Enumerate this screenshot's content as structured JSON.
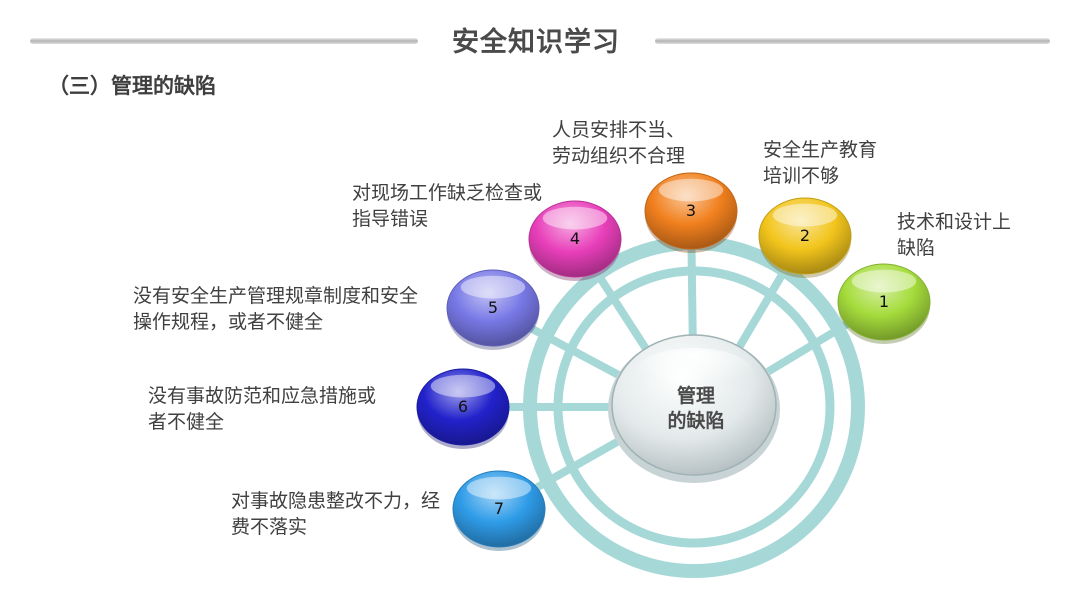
{
  "header": {
    "title": "安全知识学习"
  },
  "section": {
    "title": "（三）管理的缺陷"
  },
  "center": {
    "line1": "管理",
    "line2": "的缺陷"
  },
  "items": [
    {
      "number": "1",
      "color": "#a5dc3c",
      "lines": [
        "技术和设计上",
        "缺陷"
      ]
    },
    {
      "number": "2",
      "color": "#f2c51c",
      "lines": [
        "安全生产教育",
        "培训不够"
      ]
    },
    {
      "number": "3",
      "color": "#f1801e",
      "lines": [
        "人员安排不当、",
        "劳动组织不合理"
      ]
    },
    {
      "number": "4",
      "color": "#e83fba",
      "lines": [
        "对现场工作缺乏检查或",
        "指导错误"
      ]
    },
    {
      "number": "5",
      "color": "#7878e6",
      "lines": [
        "没有安全生产管理规章制度和安全",
        "操作规程，或者不健全"
      ]
    },
    {
      "number": "6",
      "color": "#2222cc",
      "lines": [
        "没有事故防范和应急措施或",
        "者不健全"
      ]
    },
    {
      "number": "7",
      "color": "#2f9ce8",
      "lines": [
        "对事故隐患整改不力，经",
        "费不落实"
      ]
    }
  ],
  "colors": {
    "ring": "#a7d8d8",
    "header_text": "#4a4a4a"
  }
}
